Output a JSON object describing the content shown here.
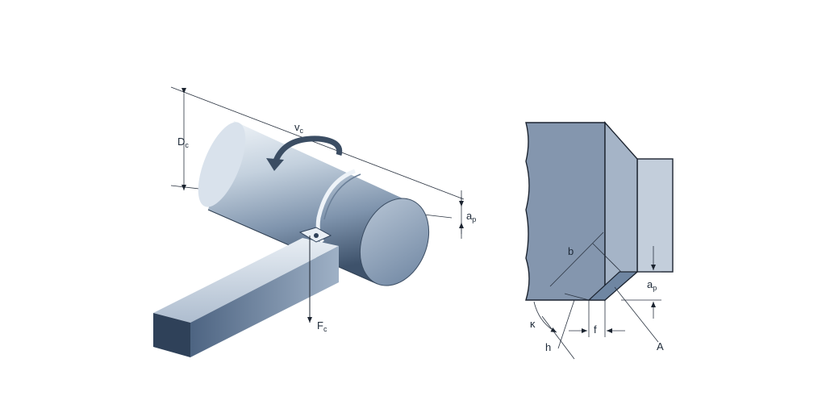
{
  "left_figure": {
    "labels": {
      "diameter": {
        "main": "D",
        "sub": "c"
      },
      "cutting_speed": {
        "main": "v",
        "sub": "c"
      },
      "depth_of_cut": {
        "main": "a",
        "sub": "p"
      },
      "cutting_force": {
        "main": "F",
        "sub": "c"
      }
    }
  },
  "right_figure": {
    "labels": {
      "width": {
        "main": "b"
      },
      "depth_of_cut": {
        "main": "a",
        "sub": "p"
      },
      "approach_angle": {
        "main": "κ"
      },
      "thickness": {
        "main": "h"
      },
      "feed": {
        "main": "f"
      },
      "section": {
        "main": "A"
      }
    }
  },
  "colors": {
    "metal_light": "#dfe7ef",
    "metal_mid": "#8fa3ba",
    "metal_dark": "#3b4d63",
    "block_face": "#8496ae",
    "block_side": "#a5b4c7",
    "workpiece": "#c3cedb",
    "line": "#1c2430"
  }
}
